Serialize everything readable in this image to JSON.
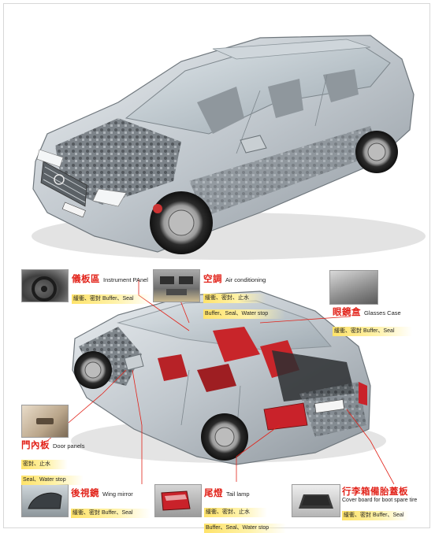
{
  "callouts": {
    "instrument_panel": {
      "cn": "儀板區",
      "en": "Instrument PAnel",
      "desc": "緩衝、密封  Buffer、Seal"
    },
    "air_conditioning": {
      "cn": "空調",
      "en": "Air conditioning",
      "desc_1": "緩衝、密封、止水",
      "desc_2": "Buffer、Seal、Water stop"
    },
    "glasses_case": {
      "cn": "眼鏡盒",
      "en": "Glasses Case",
      "desc": "緩衝、密封  Buffer、Seal"
    },
    "door_panels": {
      "cn": "門內板",
      "en": "Door panels",
      "desc_1": "密封、止水",
      "desc_2": "Seal、Water stop"
    },
    "wing_mirror": {
      "cn": "後視鏡",
      "en": "Wing mirror",
      "desc": "緩衝、密封  Buffer、Seal"
    },
    "tail_lamp": {
      "cn": "尾燈",
      "en": "Tail lamp",
      "desc_1": "緩衝、密封、止水",
      "desc_2": "Buffer、Seal、Water stop"
    },
    "boot_cover": {
      "cn": "行李箱備胎蓋板",
      "en": "Cover board for boot spare tire",
      "desc": "緩衝、密封  Buffer、Seal"
    }
  },
  "colors": {
    "accent": "#e2231a",
    "highlight": "#ffe36a",
    "leader_line": "#e2231a"
  }
}
